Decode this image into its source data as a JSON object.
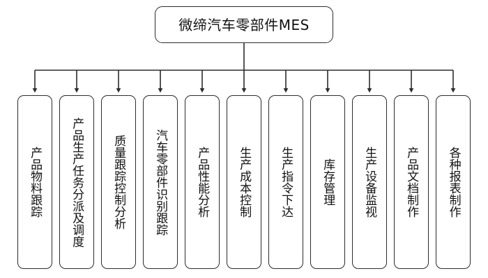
{
  "diagram": {
    "type": "organizational-tree",
    "orientation": "top-down",
    "background_color": "#ffffff",
    "line_color": "#2b2b2b",
    "box_border_color": "#2b2b2b",
    "box_fill_color": "#ffffff",
    "text_color": "#111111",
    "root": {
      "label": "微缔汽车零部件MES"
    },
    "children": [
      {
        "label": "产品物料跟踪"
      },
      {
        "label": "产品生产任务分派及调度"
      },
      {
        "label": "质量跟踪控制分析"
      },
      {
        "label": "汽车零部件识别跟踪"
      },
      {
        "label": "产品性能分析"
      },
      {
        "label": "生产成本控制"
      },
      {
        "label": "生产指令下达"
      },
      {
        "label": "库存管理"
      },
      {
        "label": "生产设备监视"
      },
      {
        "label": "产品文档制作"
      },
      {
        "label": "各种报表制作"
      }
    ]
  }
}
